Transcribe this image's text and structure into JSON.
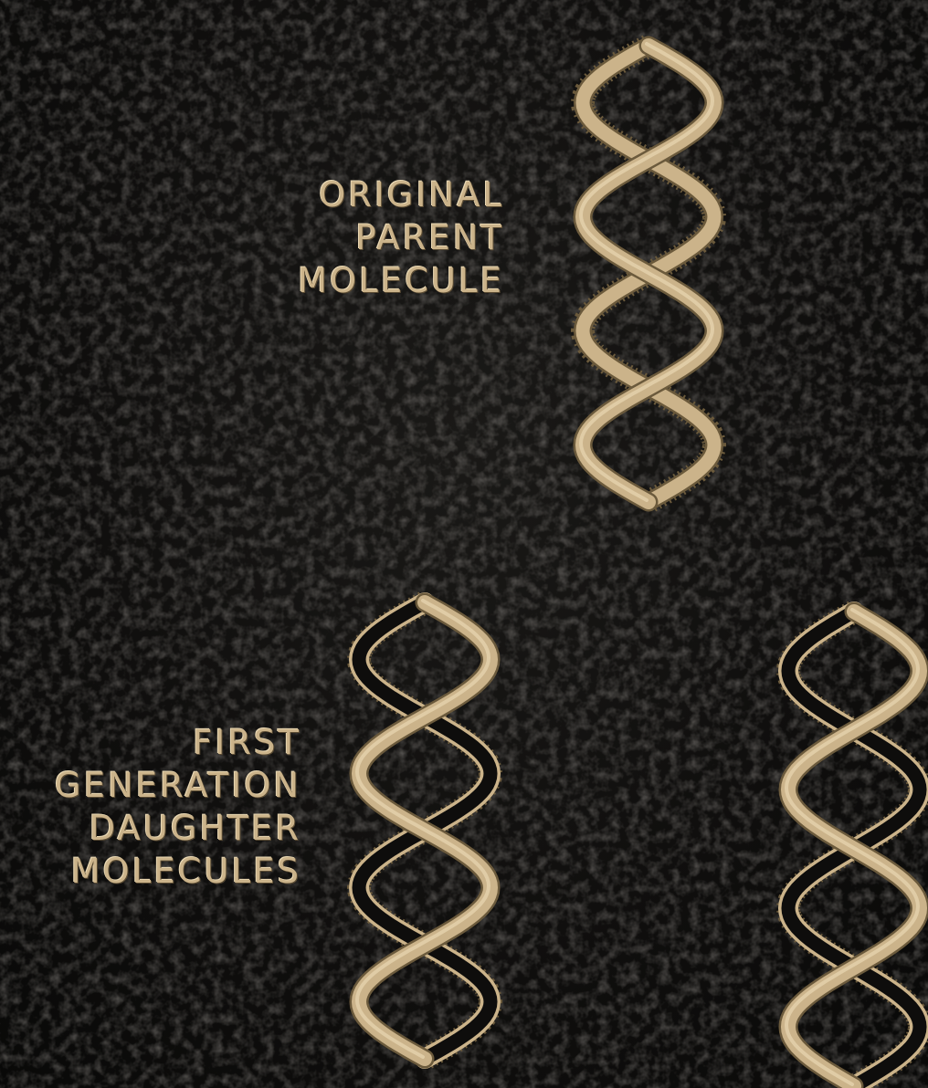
{
  "labels": {
    "parent": [
      "ORIGINAL",
      "PARENT",
      "MOLECULE"
    ],
    "first_generation": [
      "FIRST",
      "GENERATION",
      "DAUGHTER",
      "MOLECULES"
    ]
  },
  "colors": {
    "background": "#0e0d0c",
    "emboss_gold": "#cbb38a",
    "emboss_light": "#e8d7b2",
    "emboss_shadow": "#6b5a3c"
  },
  "figures": [
    {
      "name": "original-parent-molecule",
      "style": "both-strands-solid"
    },
    {
      "name": "daughter-molecule-1",
      "style": "one-strand-outline"
    },
    {
      "name": "daughter-molecule-2",
      "style": "one-strand-outline"
    }
  ]
}
